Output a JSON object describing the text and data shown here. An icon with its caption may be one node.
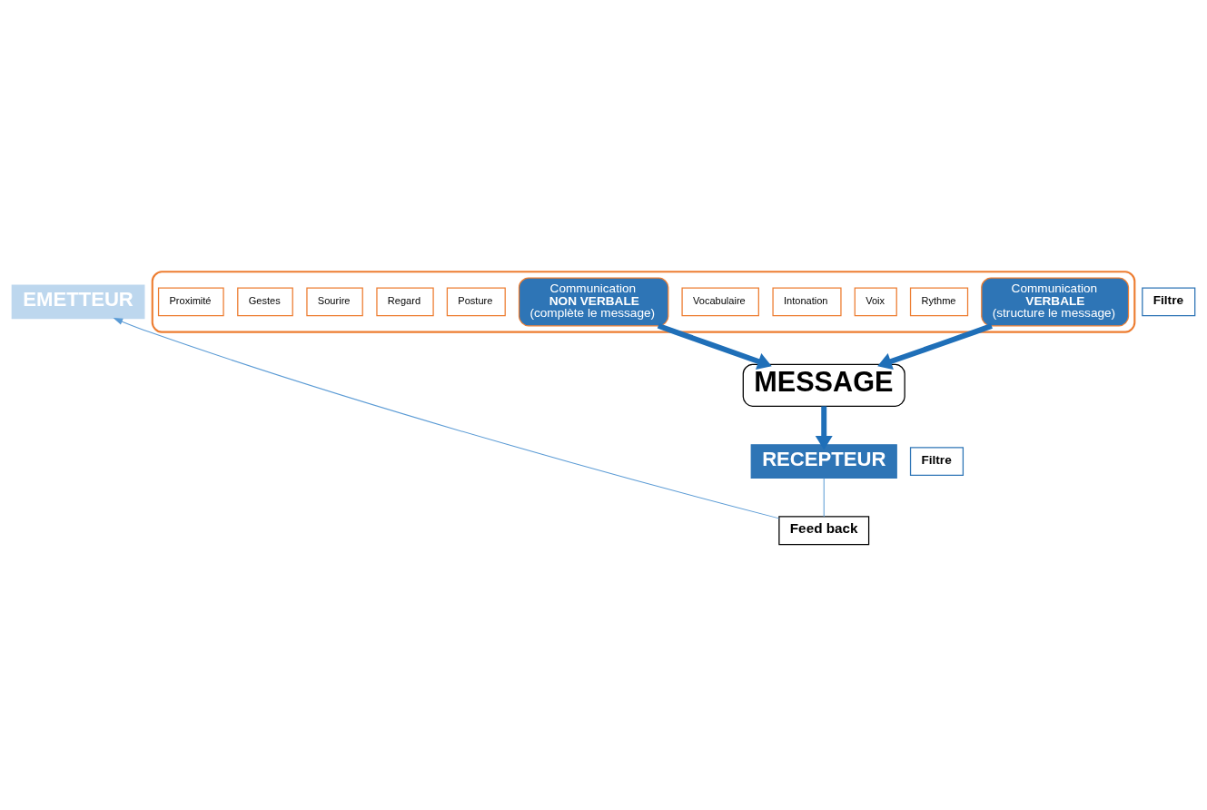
{
  "diagram": {
    "nodes": [
      {
        "text": [
          "EMETTEUR"
        ]
      },
      {
        "text": [
          "Filtre"
        ]
      },
      {
        "text": [],
        "shape": "box"
      },
      {
        "text": [
          "Communication",
          "VERBALE",
          "(structure le message)"
        ],
        "in": 2
      },
      {
        "text": [
          "Rythme"
        ],
        "in": 2
      },
      {
        "text": [
          "Voix"
        ],
        "in": 2
      },
      {
        "text": [
          "Intonation"
        ],
        "in": 2
      },
      {
        "text": [
          "Vocabulaire"
        ],
        "in": 2
      },
      {
        "text": [
          "Communication",
          "NON VERBALE",
          "(complète le message)"
        ],
        "in": 2
      },
      {
        "text": [
          "Posture"
        ],
        "in": 2
      },
      {
        "text": [
          "Regard"
        ],
        "in": 2
      },
      {
        "text": [
          "Sourire"
        ],
        "in": 2
      },
      {
        "text": [
          "Gestes"
        ],
        "in": 2
      },
      {
        "text": [
          "Proximité"
        ],
        "in": 2
      },
      {
        "text": [
          "MESSAGE"
        ]
      },
      {
        "text": [
          "RECEPTEUR"
        ]
      },
      {
        "text": [
          "Filtre"
        ]
      },
      {
        "text": [
          "Feed back"
        ]
      }
    ],
    "edges": [
      {
        "from": 3,
        "to": 14,
        "arrow": "to"
      },
      {
        "from": 8,
        "to": 14,
        "arrow": "to"
      },
      {
        "from": 14,
        "to": 15,
        "arrow": "to"
      },
      {
        "from": 15,
        "to": 17,
        "arrow": "none",
        "color": "#5b9bd5"
      },
      {
        "from": 17,
        "to": 0,
        "arrow": "to",
        "color": "#5b9bd5"
      }
    ]
  }
}
